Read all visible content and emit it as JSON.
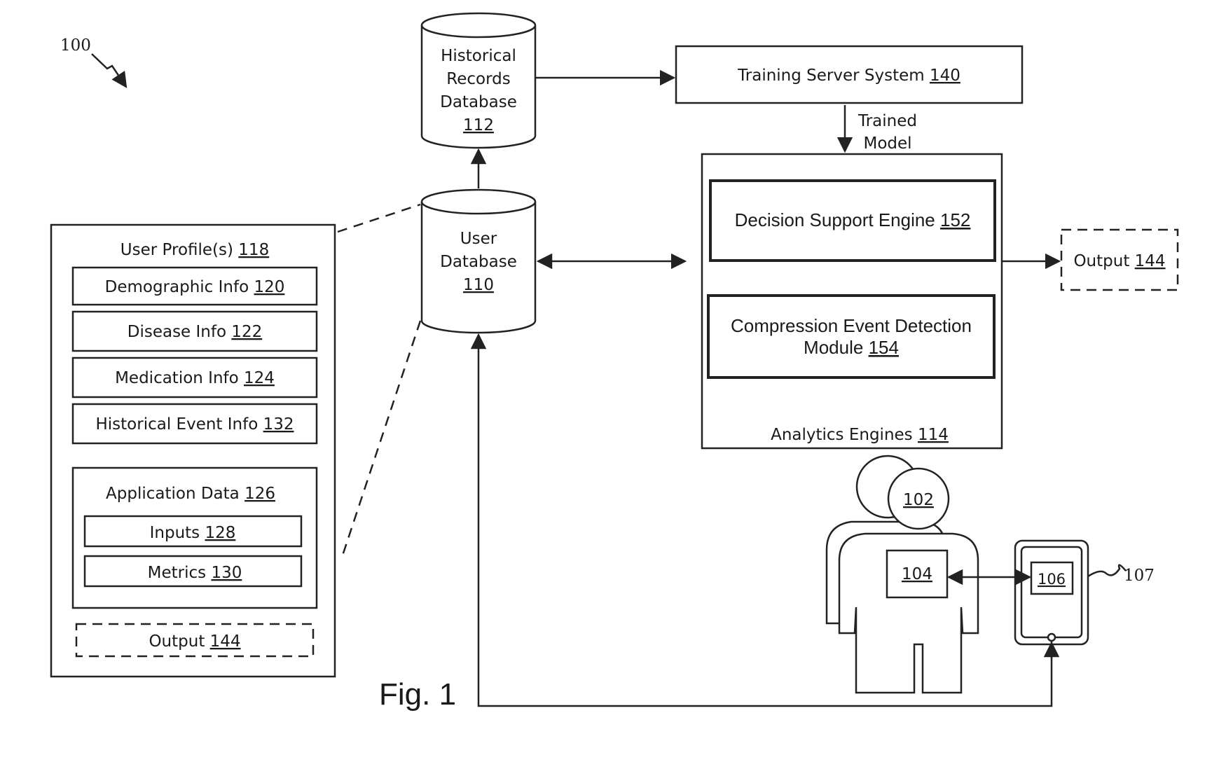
{
  "figure_label": "Fig. 1",
  "system_ref": "100",
  "historical_db": {
    "lines": [
      "Historical",
      "Records",
      "Database"
    ],
    "ref": "112"
  },
  "user_db": {
    "lines": [
      "User",
      "Database"
    ],
    "ref": "110"
  },
  "training_server": {
    "label": "Training Server System",
    "ref": "140"
  },
  "trained_model": {
    "lines": [
      "Trained",
      "Model"
    ]
  },
  "analytics": {
    "label": "Analytics Engines",
    "ref": "114",
    "decision_engine": {
      "label": "Decision Support Engine",
      "ref": "152"
    },
    "compression_module": {
      "line1": "Compression Event Detection",
      "line2": "Module",
      "ref": "154"
    }
  },
  "output_right": {
    "label": "Output",
    "ref": "144"
  },
  "user_profiles": {
    "title": "User Profile(s)",
    "title_ref": "118",
    "items": [
      {
        "label": "Demographic Info",
        "ref": "120"
      },
      {
        "label": "Disease Info",
        "ref": "122"
      },
      {
        "label": "Medication Info",
        "ref": "124"
      },
      {
        "label": "Historical Event Info",
        "ref": "132"
      }
    ],
    "app_data": {
      "title": "Application Data",
      "ref": "126",
      "inputs": {
        "label": "Inputs",
        "ref": "128"
      },
      "metrics": {
        "label": "Metrics",
        "ref": "130"
      }
    },
    "output": {
      "label": "Output",
      "ref": "144"
    }
  },
  "person_ref": "102",
  "wearable_ref": "104",
  "device_ref": "106",
  "connection_ref": "107"
}
